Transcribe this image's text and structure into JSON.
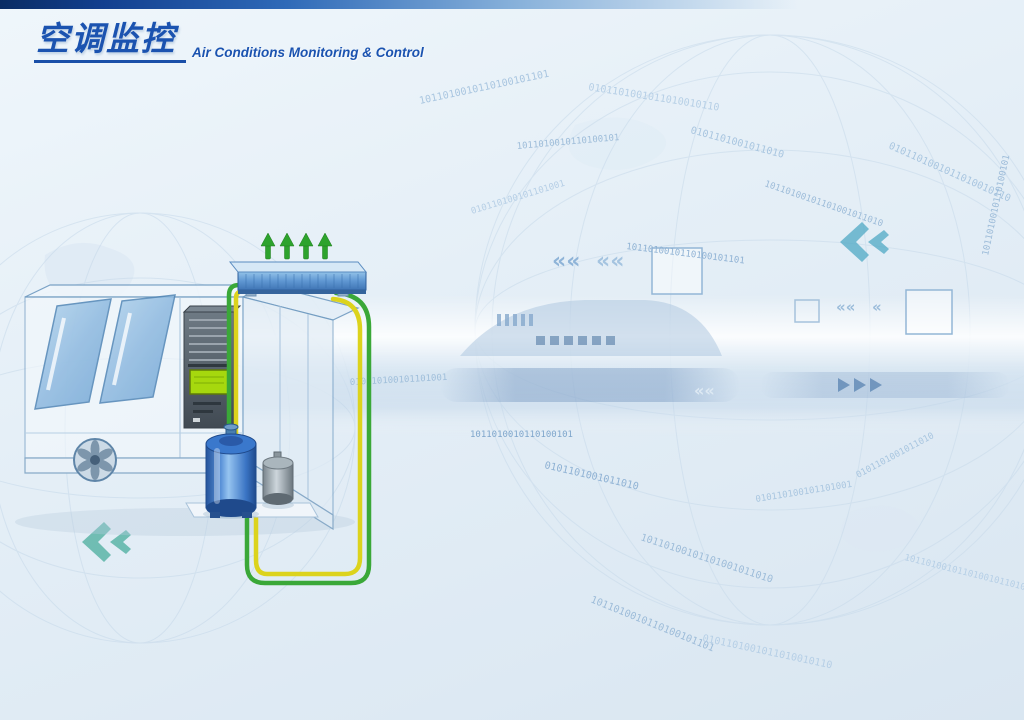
{
  "header": {
    "title_zh": "空调监控",
    "title_en": "Air Conditions Monitoring & Control"
  },
  "colors": {
    "title_blue": "#1b53b0",
    "topbar_navy": "#0a2c63",
    "pipe_green": "#3aa838",
    "pipe_yellow": "#dcd31d",
    "arrow_green": "#2da32d",
    "tank_blue": "#3572c6",
    "screen_green": "#a6d80e"
  },
  "decor": {
    "binary": [
      "1011010010110100101101",
      "0101101001011010010110",
      "1011010010110100101",
      "0101101001011010",
      "10110100101101001011010",
      "010110100101101001"
    ],
    "chevron_double": "««",
    "chevron_single": "«"
  },
  "illustration": {
    "label": "precision air conditioner with rooftop condenser"
  }
}
